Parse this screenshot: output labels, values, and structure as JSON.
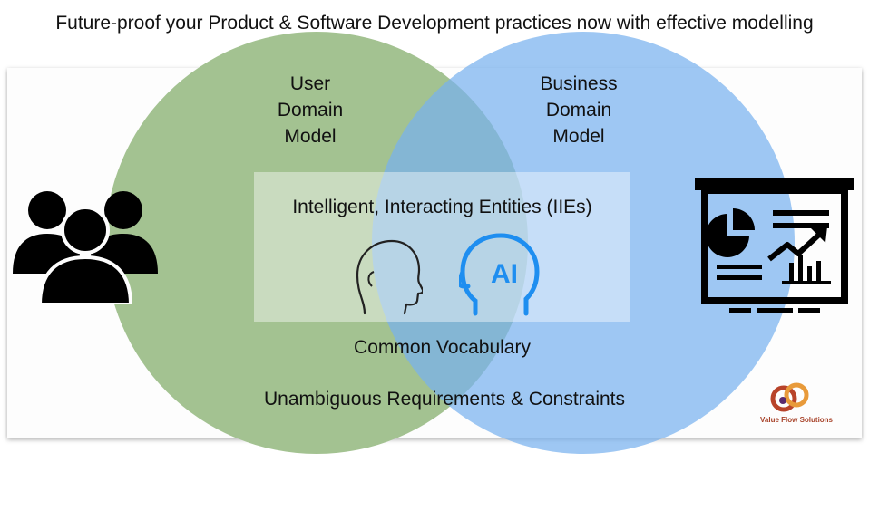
{
  "headline": "Future-proof your Product & Software Development practices now with effective modelling",
  "diagram": {
    "left_circle": {
      "label": "User Domain Model",
      "lines": [
        "User",
        "Domain",
        "Model"
      ],
      "color": "#a3c291"
    },
    "right_circle": {
      "label": "Business Domain Model",
      "lines": [
        "Business",
        "Domain",
        "Model"
      ],
      "color": "#78b2ee"
    },
    "center_title": "Intelligent, Interacting Entities (IIEs)",
    "ai_badge": "AI",
    "vocabulary": "Common Vocabulary",
    "requirements": "Unambiguous Requirements & Constraints"
  },
  "icons": {
    "left": "users-group-icon",
    "right": "presentation-board-icon",
    "human": "human-head-icon",
    "ai": "ai-head-icon",
    "logo": "value-flow-logo-icon"
  },
  "logo": {
    "text": "Value Flow Solutions",
    "color": "#a8432a"
  }
}
